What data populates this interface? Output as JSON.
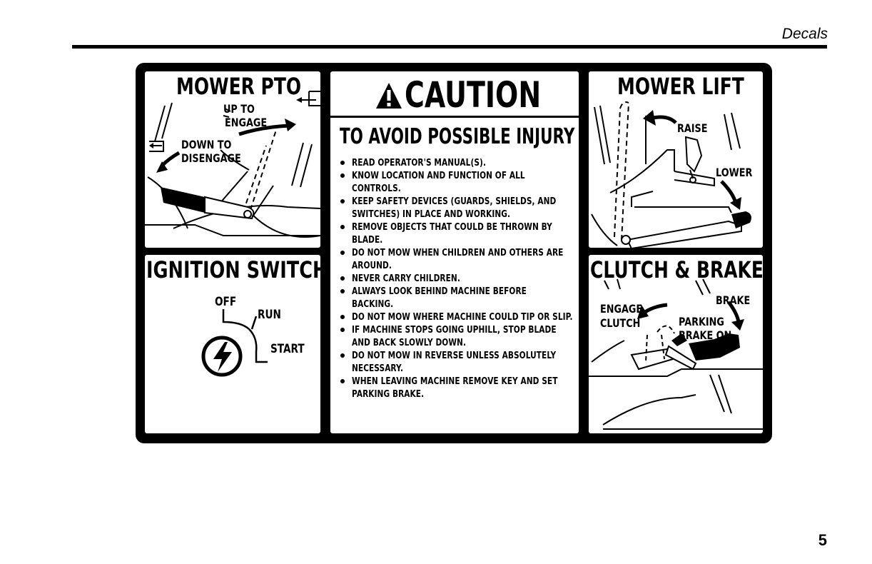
{
  "header": {
    "section_title": "Decals"
  },
  "page": {
    "number": "5"
  },
  "mower_pto": {
    "title": "MOWER PTO",
    "up_to": "UP TO",
    "engage": "ENGAGE",
    "down_to": "DOWN TO",
    "disengage": "DISENGAGE"
  },
  "ignition_switch": {
    "title": "IGNITION SWITCH",
    "off": "OFF",
    "run": "RUN",
    "start": "START"
  },
  "caution": {
    "banner": "CAUTION",
    "subtitle": "TO AVOID POSSIBLE INJURY",
    "items": [
      "READ OPERATOR'S MANUAL(S).",
      "KNOW LOCATION AND FUNCTION OF ALL CONTROLS.",
      "KEEP SAFETY DEVICES (GUARDS, SHIELDS, AND SWITCHES) IN PLACE AND WORKING.",
      "REMOVE OBJECTS THAT COULD BE THROWN BY BLADE.",
      "DO NOT MOW WHEN CHILDREN AND OTHERS ARE AROUND.",
      "NEVER CARRY CHILDREN.",
      "ALWAYS LOOK BEHIND MACHINE BEFORE BACKING.",
      "DO NOT MOW WHERE MACHINE COULD TIP OR SLIP.",
      "IF MACHINE STOPS GOING UPHILL, STOP BLADE AND BACK SLOWLY DOWN.",
      "DO NOT MOW IN REVERSE UNLESS ABSOLUTELY NECESSARY.",
      "WHEN LEAVING MACHINE REMOVE KEY AND SET PARKING BRAKE."
    ]
  },
  "mower_lift": {
    "title": "MOWER LIFT",
    "raise": "RAISE",
    "lower": "LOWER"
  },
  "clutch_brake": {
    "title": "CLUTCH & BRAKE",
    "engage": "ENGAGE",
    "clutch": "CLUTCH",
    "brake": "BRAKE",
    "parking": "PARKING",
    "brake_on": "BRAKE ON"
  }
}
